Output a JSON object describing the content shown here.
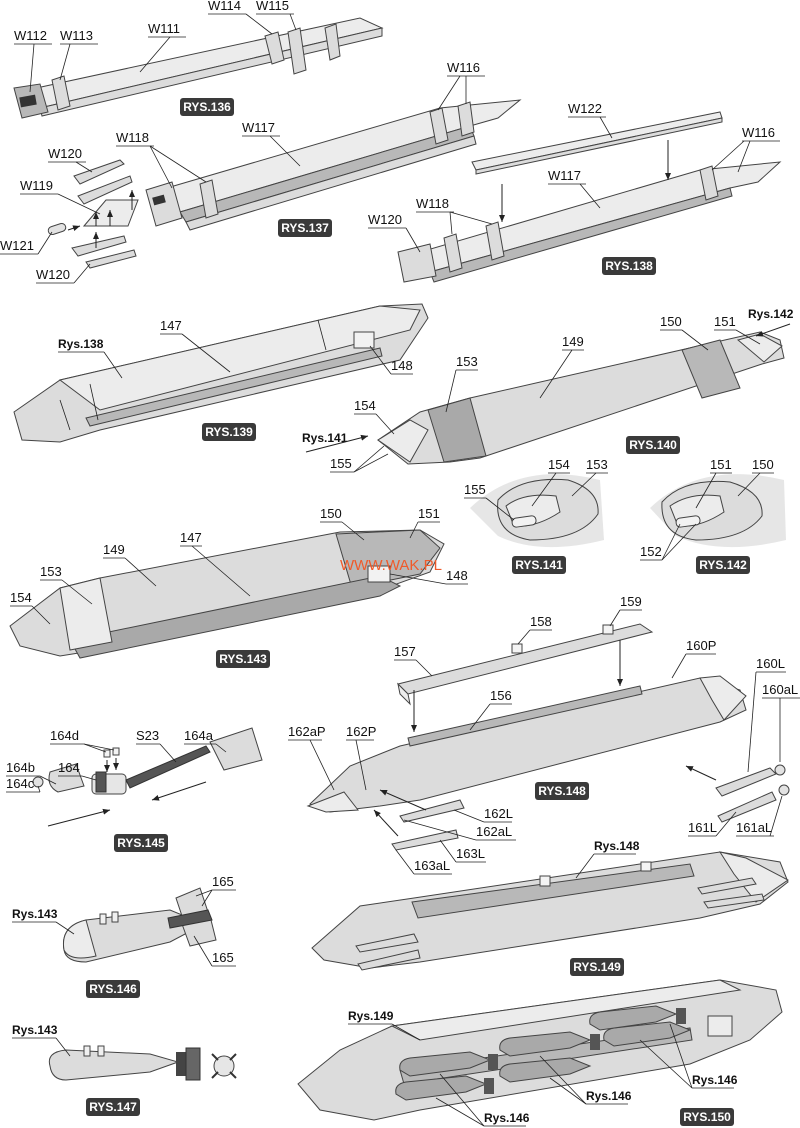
{
  "figures": {
    "r136": "RYS.136",
    "r137": "RYS.137",
    "r138": "RYS.138",
    "r139": "RYS.139",
    "r140": "RYS.140",
    "r141": "RYS.141",
    "r142": "RYS.142",
    "r143": "RYS.143",
    "r145": "RYS.145",
    "r146": "RYS.146",
    "r147": "RYS.147",
    "r148": "RYS.148",
    "r149": "RYS.149",
    "r150": "RYS.150"
  },
  "refs": {
    "rys138": "Rys.138",
    "rys141": "Rys.141",
    "rys142": "Rys.142",
    "rys143a": "Rys.143",
    "rys143b": "Rys.143",
    "rys148": "Rys.148",
    "rys149": "Rys.149",
    "rys146a": "Rys.146",
    "rys146b": "Rys.146",
    "rys146c": "Rys.146"
  },
  "labels": {
    "w111": "W111",
    "w112": "W112",
    "w113": "W113",
    "w114": "W114",
    "w115": "W115",
    "w116a": "W116",
    "w116b": "W116",
    "w117a": "W117",
    "w117b": "W117",
    "w118a": "W118",
    "w118b": "W118",
    "w119": "W119",
    "w120a": "W120",
    "w120b": "W120",
    "w120c": "W120",
    "w121": "W121",
    "w122": "W122",
    "p147a": "147",
    "p148a": "148",
    "p149a": "149",
    "p150a": "150",
    "p151a": "151",
    "p153a": "153",
    "p154a": "154",
    "p155a": "155",
    "p155b": "155",
    "p154b": "154",
    "p153b": "153",
    "p151b": "151",
    "p150b": "150",
    "p152": "152",
    "p150c": "150",
    "p151c": "151",
    "p149c": "149",
    "p147c": "147",
    "p153c": "153",
    "p154c": "154",
    "p148c": "148",
    "p157": "157",
    "p158": "158",
    "p159": "159",
    "p156": "156",
    "p160p": "160P",
    "p160l": "160L",
    "p160al": "160aL",
    "p161l": "161L",
    "p161al": "161aL",
    "p162ap": "162aP",
    "p162p": "162P",
    "p162l": "162L",
    "p162al": "162aL",
    "p163l": "163L",
    "p163al": "163aL",
    "p164d": "164d",
    "s23": "S23",
    "p164a": "164a",
    "p164": "164",
    "p164b": "164b",
    "p164c": "164c",
    "p165a": "165",
    "p165b": "165"
  },
  "watermark": "WWW.WAK.PL"
}
